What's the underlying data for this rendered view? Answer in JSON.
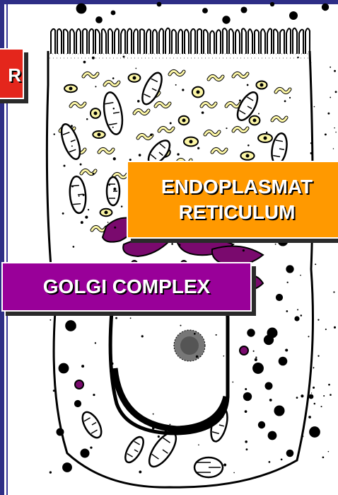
{
  "labels": {
    "left_partial": "R",
    "endoplasmic_reticulum_line1": "ENDOPLASMAT",
    "endoplasmic_reticulum_line2": "RETICULUM",
    "golgi_complex": "GOLGI COMPLEX"
  },
  "colors": {
    "frame": "#2e2e86",
    "red_label": "#e4261c",
    "er_label": "#ff9900",
    "golgi_label": "#990099",
    "er_vesicle_fill": "#fdf7a6",
    "golgi_stain": "#7a0a6e",
    "ink": "#000000"
  }
}
